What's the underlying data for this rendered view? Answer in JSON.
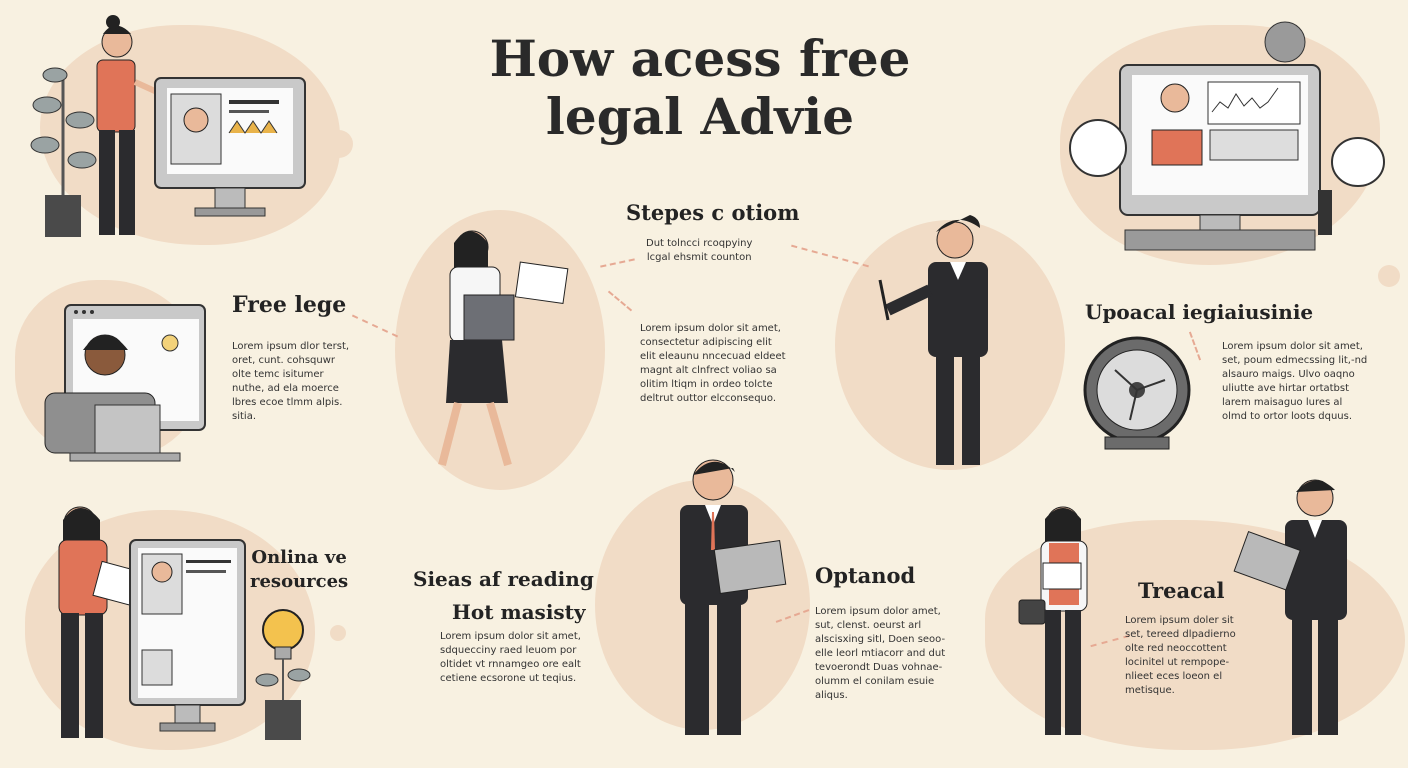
{
  "title": {
    "line1": "How acess free",
    "line2": "legal Advie"
  },
  "sections": [
    {
      "id": "steps",
      "heading": "Stepes c otiom",
      "text": "Dut tolncci rcoqpyiny\nlcgal ehsmit counton"
    },
    {
      "id": "free",
      "heading": "Free lege",
      "text": "Lorem ipsum dlor terst,\noret, cunt. cohsquwr\nolte temc isitumer\nnuthe, ad ela moerce\nlbres ecoe tlmm alpis.\nsitia."
    },
    {
      "id": "center",
      "heading": "",
      "text": "Lorem ipsum dolor sit amet,\nconsectetur adipiscing elit\nelit eleaunu nncecuad eldeet\nmagnt alt clnfrect voliao sa\nolitim ltiqm in ordeo tolcte\ndeltrut outtor elcconsequo."
    },
    {
      "id": "upoacal",
      "heading": "Upoacal iegiaiusinie",
      "text": "Lorem ipsum dolor sit amet,\nset, poum edmecssing lit,-nd\nalsauro maigs. Ulvo oaqno\nuliutte ave hirtar ortatbst\nlarem maisaguo lures al\nolmd to ortor loots dquus."
    },
    {
      "id": "online",
      "heading": "Onlina ve\nresources",
      "text": ""
    },
    {
      "id": "sieas",
      "heading": "Sieas af  reading",
      "subheading": "Hot masisty",
      "text": "Lorem ipsum dolor sit amet,\nsdquecciny raed leuom por\noltidet vt rnnamgeo ore ealt\ncetiene ecsorone ut teqius."
    },
    {
      "id": "optanod",
      "heading": "Optanod",
      "text": "Lorem ipsum dolor amet,\nsut, clenst. oeurst arl\nalscisxing sitl, Doen seoo-\nelle leorl mtiacorr and dut\ntevoerondt Duas vohnae-\nolumm el conilam esuie\naliqus."
    },
    {
      "id": "treacal",
      "heading": "Treacal",
      "text": "Lorem ipsum doler sit\nset, tereed dlpadierno\nolte red neoccottent\nlocinitel ut rempope-\nnlieet eces loeon el\nmetisque."
    }
  ],
  "colors": {
    "background": "#f8f1e1",
    "blob": "#f1dcc6",
    "accent": "#e07458",
    "dark": "#2b2b2e",
    "screen": "#d2d2d2"
  }
}
